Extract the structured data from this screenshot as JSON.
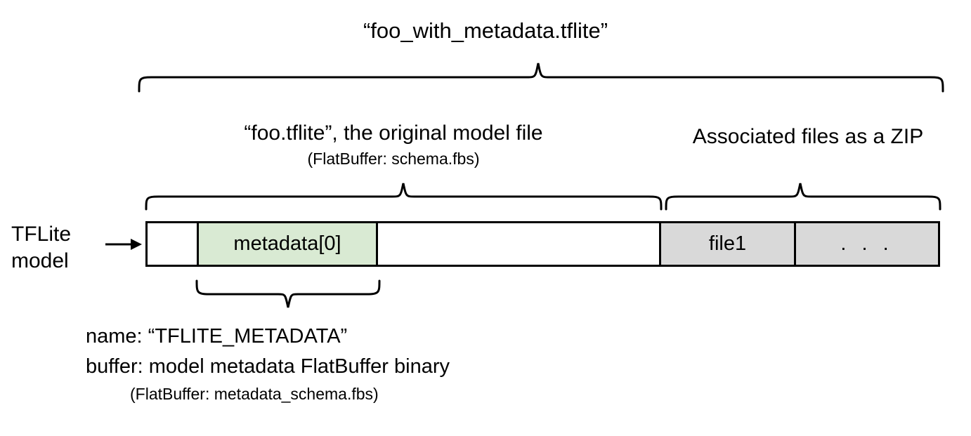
{
  "diagram": {
    "title": "“foo_with_metadata.tflite”",
    "sections": {
      "model_file": {
        "label": "“foo.tflite”, the original model file",
        "sublabel": "(FlatBuffer: schema.fbs)"
      },
      "zip": {
        "label": "Associated files as a ZIP"
      }
    },
    "source_label": "TFLite\nmodel",
    "arrow_icon": "right-arrow-icon",
    "bar_cells": [
      {
        "id": "empty-left",
        "label": "",
        "fill": "#ffffff"
      },
      {
        "id": "metadata-0",
        "label": "metadata[0]",
        "fill": "#d9ead3"
      },
      {
        "id": "empty-mid",
        "label": "",
        "fill": "#ffffff"
      },
      {
        "id": "file1",
        "label": "file1",
        "fill": "#d9d9d9"
      },
      {
        "id": "more-files",
        "label": ". . .",
        "fill": "#d9d9d9"
      }
    ],
    "metadata_annotation": {
      "name_line": "name: “TFLITE_METADATA”",
      "buffer_line": "buffer: model metadata FlatBuffer binary",
      "sub_line": "(FlatBuffer: metadata_schema.fbs)"
    },
    "colors": {
      "metadata_fill": "#d9ead3",
      "zip_fill": "#d9d9d9",
      "stroke": "#000000",
      "background": "#ffffff"
    }
  }
}
